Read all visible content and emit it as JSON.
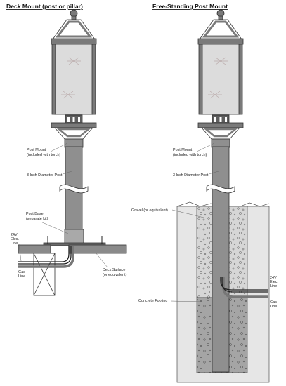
{
  "left": {
    "title": "Deck Mount (post or pillar)",
    "labels": {
      "post_mount_1": "Post Mount",
      "post_mount_2": "(included with torch)",
      "diameter": "3 Inch Diameter Post",
      "base_1": "Post Base",
      "base_2": "(separate kit)",
      "elec_1": "24V",
      "elec_2": "Elec.",
      "elec_3": "Line",
      "gas_1": "Gas",
      "gas_2": "Line",
      "deck_1": "Deck Surface",
      "deck_2": "(or equivalent)"
    }
  },
  "right": {
    "title": "Free-Standing Post Mount",
    "labels": {
      "post_mount_1": "Post Mount",
      "post_mount_2": "(included with torch)",
      "diameter": "3 Inch Diameter Post",
      "gravel": "Gravel (or equivalent)",
      "concrete": "Concrete Footing",
      "elec_1": "24V",
      "elec_2": "Elec.",
      "elec_3": "Line",
      "gas_1": "Gas",
      "gas_2": "Line"
    }
  },
  "colors": {
    "lantern_frame": "#7a7a7a",
    "glass": "#dcdcdc",
    "post": "#8f8f8f",
    "deck": "#8a8a8a",
    "gravel": "#d6d6d6",
    "concrete": "#a5a5a5",
    "soil": "#e6e6e6"
  }
}
